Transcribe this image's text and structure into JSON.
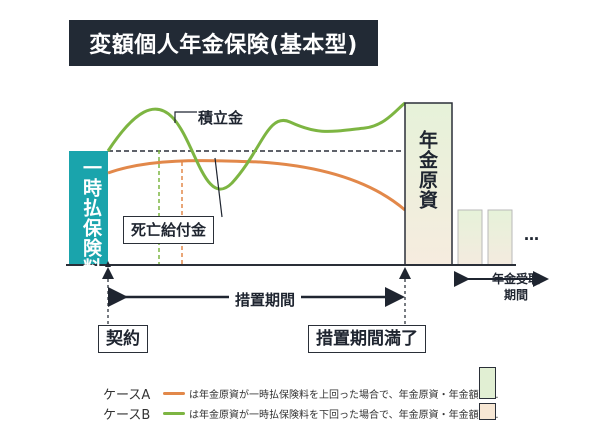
{
  "title": "変額個人年金保険(基本型)",
  "labels": {
    "lump_sum": "一時払保険料",
    "savings": "積立金",
    "death_benefit": "死亡給付金",
    "pension_principal": "年金原資",
    "deferment_period": "措置期間",
    "pension_receipt_period": "年金受取\n期間",
    "ellipsis": "…",
    "contract": "契約",
    "deferment_end": "措置期間満了"
  },
  "legend": [
    {
      "case": "ケースA",
      "description": "は年金原資が一時払保険料を上回った場合で、年金原資・年金額は…",
      "line_color": "#e2884a",
      "box_color": "#e1efd3"
    },
    {
      "case": "ケースB",
      "description": "は年金原資が一時払保険料を下回った場合で、年金原資・年金額は…",
      "line_color": "#7db542",
      "box_color": "#f7e7d4"
    }
  ],
  "colors": {
    "title_bg": "#222a35",
    "lump_sum_bar": "#1aa4ac",
    "case_a_line": "#e2884a",
    "case_b_line": "#7db542",
    "pension_bar": "#e1efd3"
  }
}
